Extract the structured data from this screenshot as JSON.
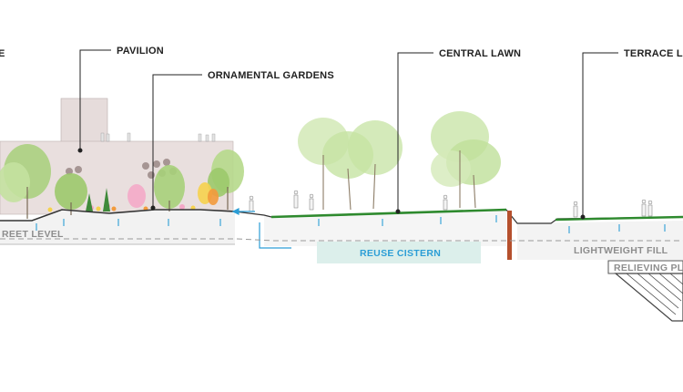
{
  "labels": {
    "edge_left": "E",
    "pavilion": "PAVILION",
    "ornamental_gardens": "ORNAMENTAL GARDENS",
    "central_lawn": "CENTRAL LAWN",
    "terrace_lawn": "TERRACE LAW",
    "street_level": "REET LEVEL",
    "reuse_cistern": "REUSE CISTERN",
    "lightweight_fill": "LIGHTWEIGHT FILL",
    "relieving_platform": "RELIEVING PLA"
  },
  "colors": {
    "leader_line": "#222222",
    "lawn": "#2e8a2e",
    "water": "#2c9ed6",
    "cistern_fill": "#dcefeb",
    "building": "#e8dedd",
    "tree_light": "#c6e3a3",
    "tree_mid": "#a7d07a",
    "flower_pink": "#f4a7c7",
    "flower_yellow": "#f6d24e",
    "flower_orange": "#f39a3c",
    "retaining_wall": "#b5502d",
    "soil": "#f3f3f3"
  }
}
